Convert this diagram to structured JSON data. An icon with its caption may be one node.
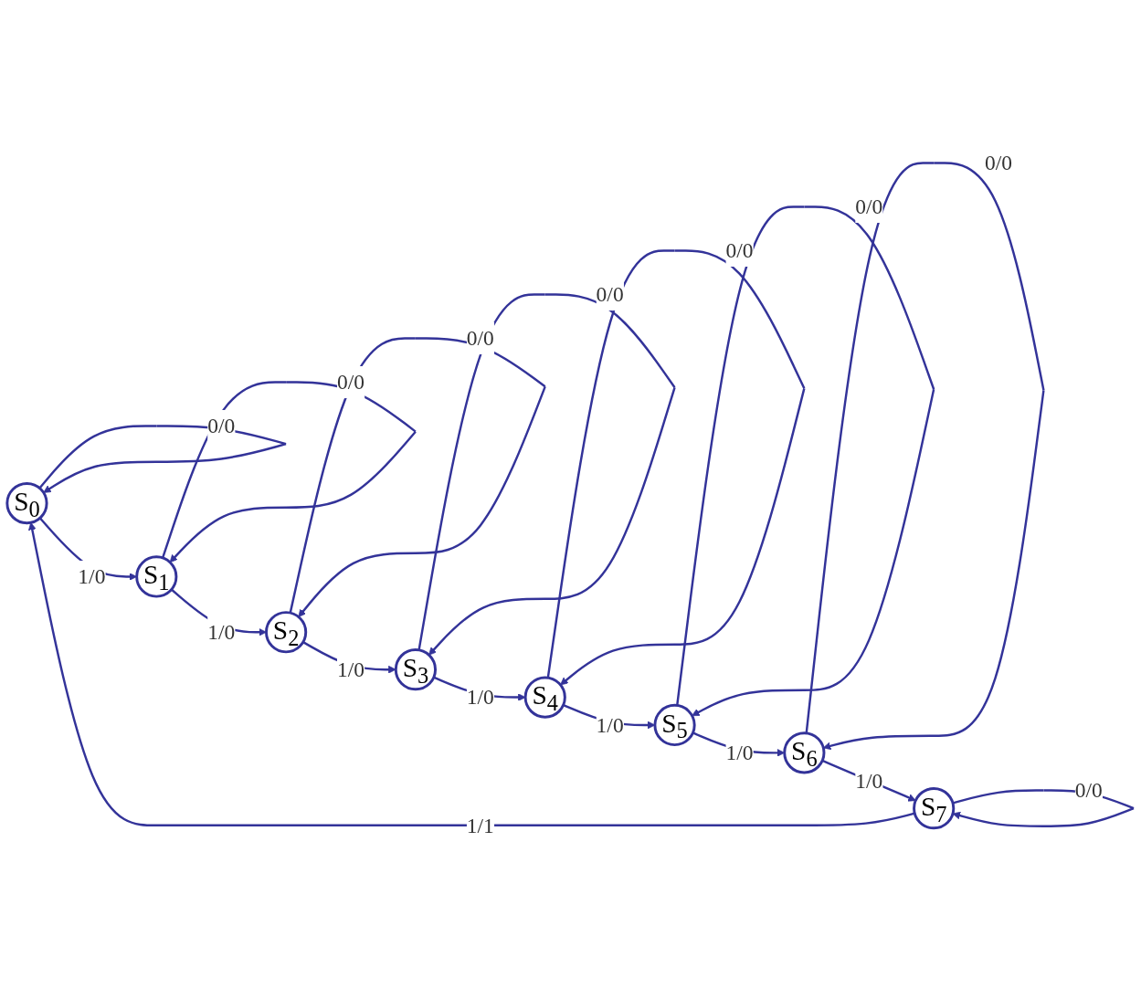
{
  "diagram": {
    "nodes": [
      {
        "text": [
          "S$_{0}$"
        ]
      },
      {
        "text": [
          "S$_{1}$"
        ]
      },
      {
        "text": [
          "S$_{2}$"
        ]
      },
      {
        "text": [
          "S$_{3}$"
        ]
      },
      {
        "text": [
          "S$_{4}$"
        ]
      },
      {
        "text": [
          "S$_{5}$"
        ]
      },
      {
        "text": [
          "S$_{6}$"
        ]
      },
      {
        "text": [
          "S$_{7}$"
        ]
      }
    ],
    "edges": [
      {
        "from": 0,
        "to": 0,
        "label": "0/0",
        "arrow": "to"
      },
      {
        "from": 0,
        "to": 1,
        "label": "1/0",
        "arrow": "to"
      },
      {
        "from": 1,
        "to": 1,
        "label": "0/0",
        "arrow": "to"
      },
      {
        "from": 1,
        "to": 2,
        "label": "1/0",
        "arrow": "to"
      },
      {
        "from": 2,
        "to": 2,
        "label": "0/0",
        "arrow": "to"
      },
      {
        "from": 2,
        "to": 3,
        "label": "1/0",
        "arrow": "to"
      },
      {
        "from": 3,
        "to": 3,
        "label": "0/0",
        "arrow": "to"
      },
      {
        "from": 3,
        "to": 4,
        "label": "1/0",
        "arrow": "to"
      },
      {
        "from": 4,
        "to": 4,
        "label": "0/0",
        "arrow": "to"
      },
      {
        "from": 4,
        "to": 5,
        "label": "1/0",
        "arrow": "to"
      },
      {
        "from": 5,
        "to": 5,
        "label": "0/0",
        "arrow": "to"
      },
      {
        "from": 5,
        "to": 6,
        "label": "1/0",
        "arrow": "to"
      },
      {
        "from": 6,
        "to": 6,
        "label": "0/0",
        "arrow": "to"
      },
      {
        "from": 6,
        "to": 7,
        "label": "1/0",
        "arrow": "to"
      },
      {
        "from": 7,
        "to": 7,
        "label": "0/0",
        "arrow": "to"
      },
      {
        "from": 7,
        "to": 0,
        "label": "1/1",
        "arrow": "to"
      }
    ]
  }
}
